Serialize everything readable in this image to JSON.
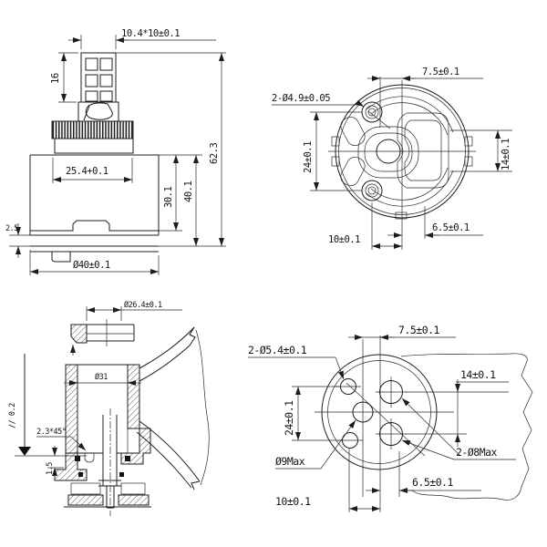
{
  "page": {
    "background": "#ffffff",
    "line_color": "#1c1c1c",
    "description": "Faucet cartridge technical drawing, four orthographic views"
  },
  "views": {
    "side_section": {
      "dims": {
        "stem_square": "10.4*10±0.1",
        "stem_height": "16",
        "inner_width": "25.4+0.1",
        "body_height": "30.1",
        "upper_height": "40.1",
        "total_height": "62.3",
        "base_step": "2.5",
        "outer_diameter": "Ø40±0.1"
      }
    },
    "cartridge_bottom": {
      "dims": {
        "offset_top": "7.5±0.1",
        "pin_holes": "2-Ø4.9±0.05",
        "pin_spacing": "24±0.1",
        "port_height": "14±0.1",
        "offset_right": "6.5±0.1",
        "offset_bottom": "10±0.1"
      }
    },
    "seat_section": {
      "dims": {
        "cap_diameter": "Ø26.4±0.1",
        "bore_diameter": "Ø31",
        "chamfer": "2.3*45°",
        "step_height": "1.5",
        "parallelism": "// 0.2"
      }
    },
    "mounting_holes": {
      "dims": {
        "offset_top": "7.5±0.1",
        "pin_holes": "2-Ø5.4±0.1",
        "port_spacing": "14±0.1",
        "pin_spacing": "24±0.1",
        "center_hole": "Ø9Max",
        "port_holes": "2-Ø8Max",
        "offset_right": "6.5±0.1",
        "offset_bottom": "10±0.1"
      }
    }
  }
}
